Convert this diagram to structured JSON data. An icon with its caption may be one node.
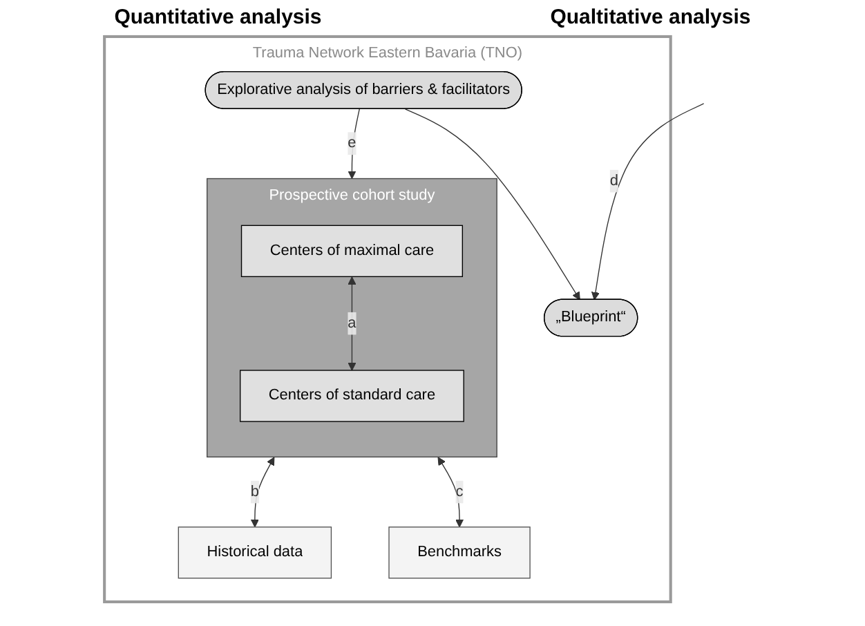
{
  "diagram": {
    "nodes": [
      {
        "text": [
          "Trauma Network Eastern Bavaria (TNO)"
        ]
      },
      {
        "text": [
          "Prospective cohort study"
        ],
        "in": 0
      },
      {
        "text": [
          "Centers of maximal care"
        ],
        "in": 1
      },
      {
        "text": [
          "Centers of standard care"
        ],
        "in": 1
      },
      {
        "text": [
          "Historical data"
        ],
        "in": 0
      },
      {
        "text": [
          "Benchmarks"
        ],
        "in": 0
      },
      {
        "text": [
          "Explorative analysis of barriers & facilitators"
        ],
        "in": 0
      },
      {
        "text": [
          "„Blueprint“"
        ],
        "in": 0
      }
    ],
    "edges": [
      {
        "from": 2,
        "to": 3,
        "arrow": "both",
        "label": "a"
      },
      {
        "from": 1,
        "to": 4,
        "arrow": "both",
        "label": "b"
      },
      {
        "from": 1,
        "to": 5,
        "arrow": "both",
        "label": "c"
      },
      {
        "from": 6,
        "to": 7,
        "arrow": "to"
      },
      {
        "from": null,
        "to": 7,
        "arrow": "to",
        "label": "d"
      },
      {
        "from": 6,
        "to": 1,
        "arrow": "to",
        "label": "e"
      }
    ],
    "labels": [
      "Quantitative analysis",
      "Qualtitative analysis"
    ]
  }
}
